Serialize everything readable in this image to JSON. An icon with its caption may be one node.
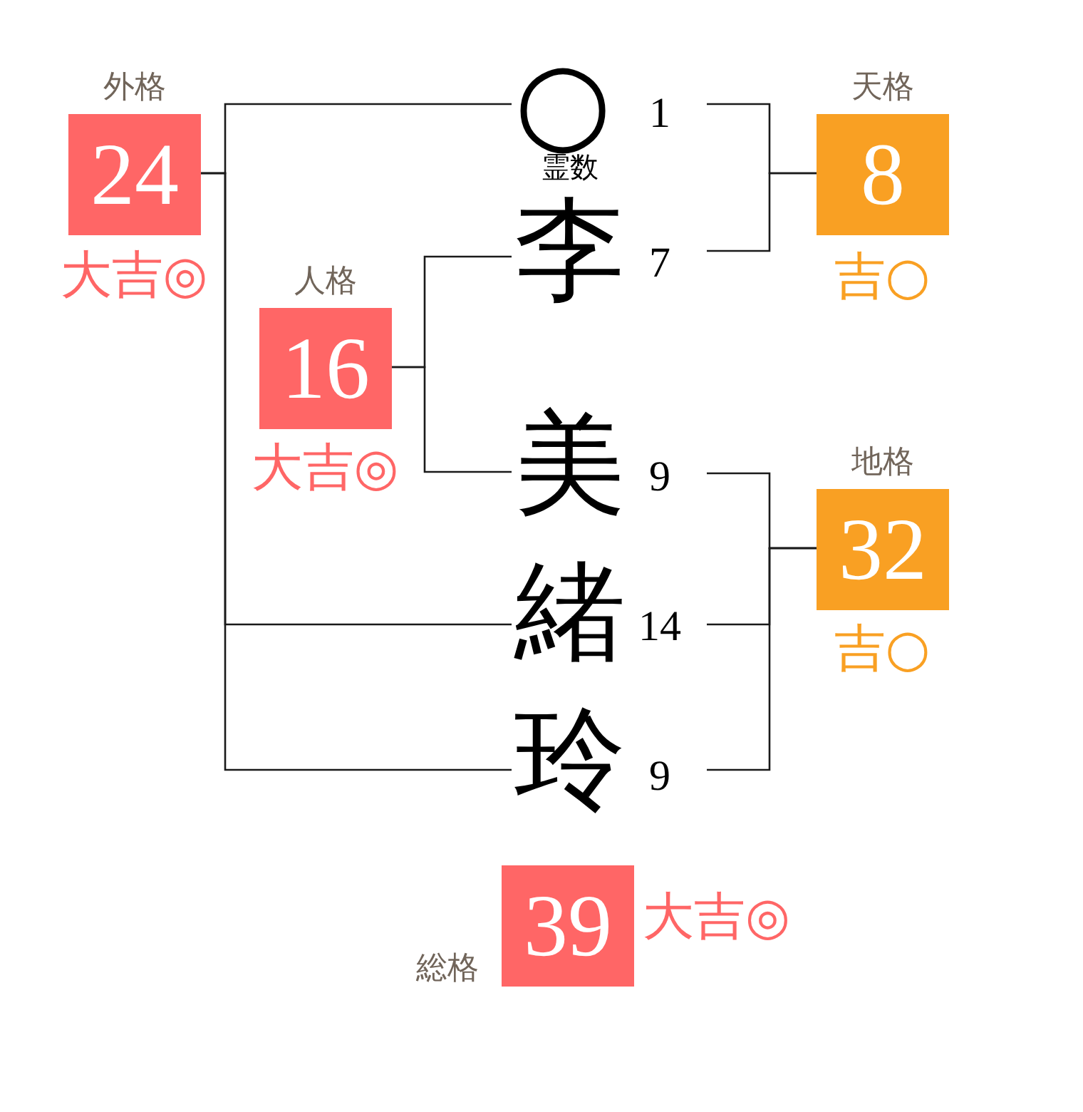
{
  "diagram": {
    "nodes": [
      {
        "text": [
          "外格",
          "24"
        ],
        "beside": [
          "大吉◎"
        ]
      },
      {
        "text": [
          "○"
        ],
        "beside": [
          "1",
          "霊数"
        ]
      },
      {
        "text": [
          "天格",
          "8"
        ],
        "beside": [
          "吉○"
        ]
      },
      {
        "text": [
          "李"
        ],
        "beside": [
          "7"
        ]
      },
      {
        "text": [
          "人格",
          "16"
        ],
        "beside": [
          "大吉◎"
        ]
      },
      {
        "text": [
          "美"
        ],
        "beside": [
          "9"
        ]
      },
      {
        "text": [
          "地格",
          "32"
        ],
        "beside": [
          "吉○"
        ]
      },
      {
        "text": [
          "緒"
        ],
        "beside": [
          "14"
        ]
      },
      {
        "text": [
          "玲"
        ],
        "beside": [
          "9"
        ]
      },
      {
        "text": [
          "総格",
          "39"
        ],
        "beside": [
          "大吉◎"
        ]
      }
    ],
    "edges": [
      {
        "from": 0,
        "to": 1,
        "arrow": "none"
      },
      {
        "from": 0,
        "to": 7,
        "arrow": "none"
      },
      {
        "from": 0,
        "to": 8,
        "arrow": "none"
      },
      {
        "from": 2,
        "to": 1,
        "arrow": "none"
      },
      {
        "from": 2,
        "to": 3,
        "arrow": "none"
      },
      {
        "from": 4,
        "to": 3,
        "arrow": "none"
      },
      {
        "from": 4,
        "to": 5,
        "arrow": "none"
      },
      {
        "from": 6,
        "to": 5,
        "arrow": "none"
      },
      {
        "from": 6,
        "to": 7,
        "arrow": "none"
      },
      {
        "from": 6,
        "to": 8,
        "arrow": "none"
      }
    ]
  }
}
